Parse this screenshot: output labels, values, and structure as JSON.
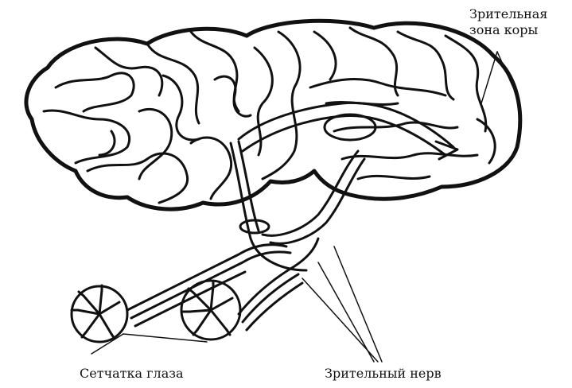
{
  "labels": {
    "visual_cortex_line1": "Зрительная",
    "visual_cortex_line2": "зона коры",
    "retina": "Сетчатка глаза",
    "optic_nerve": "Зрительный нерв"
  },
  "colors": {
    "ink": "#111111",
    "background": "#ffffff"
  }
}
